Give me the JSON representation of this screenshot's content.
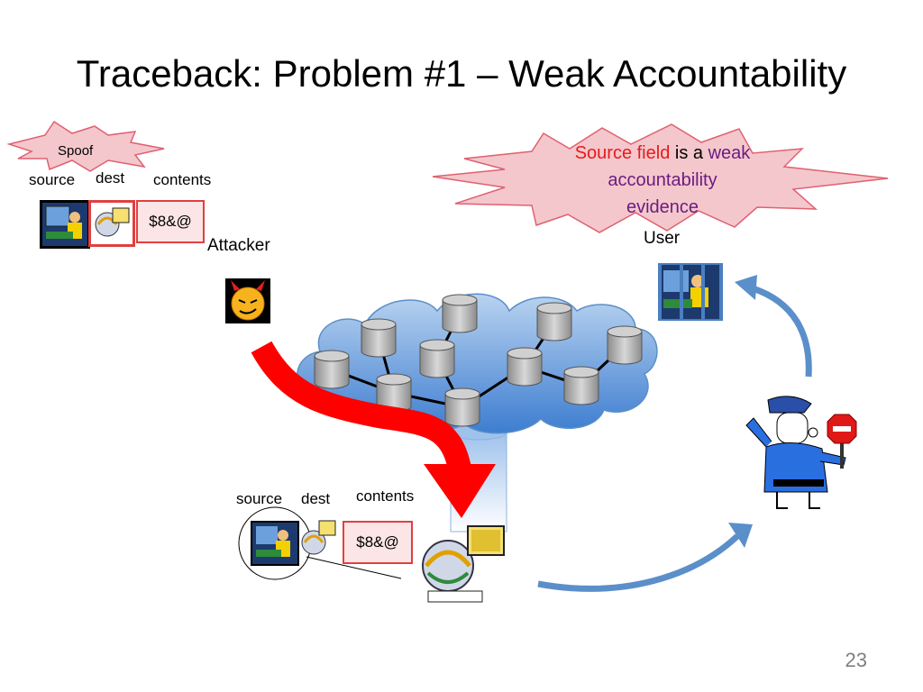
{
  "title": "Traceback: Problem #1 – Weak Accountability",
  "spoof_label": "Spoof",
  "top_packet": {
    "source": "source",
    "dest": "dest",
    "contents": "contents",
    "payload": "$8&@"
  },
  "bottom_packet": {
    "source": "source",
    "dest": "dest",
    "contents": "contents",
    "payload": "$8&@"
  },
  "attacker_label": "Attacker",
  "user_label": "User",
  "callout": {
    "part1": "Source field",
    "part2": " is a ",
    "part3": "weak",
    "line2": "accountability",
    "line3": "evidence"
  },
  "slide_number": "23",
  "colors": {
    "red_arrow": "#ff0000",
    "blue_arrow": "#5b8fc9",
    "cloud": "#5b9bd5",
    "burst_fill": "#f4c7cc",
    "burst_stroke": "#e06070"
  },
  "icons": {
    "attacker": "devil-face-icon",
    "police": "police-officer-icon",
    "stop": "stop-sign-icon",
    "host": "computer-user-icon",
    "server": "network-computer-icon"
  }
}
